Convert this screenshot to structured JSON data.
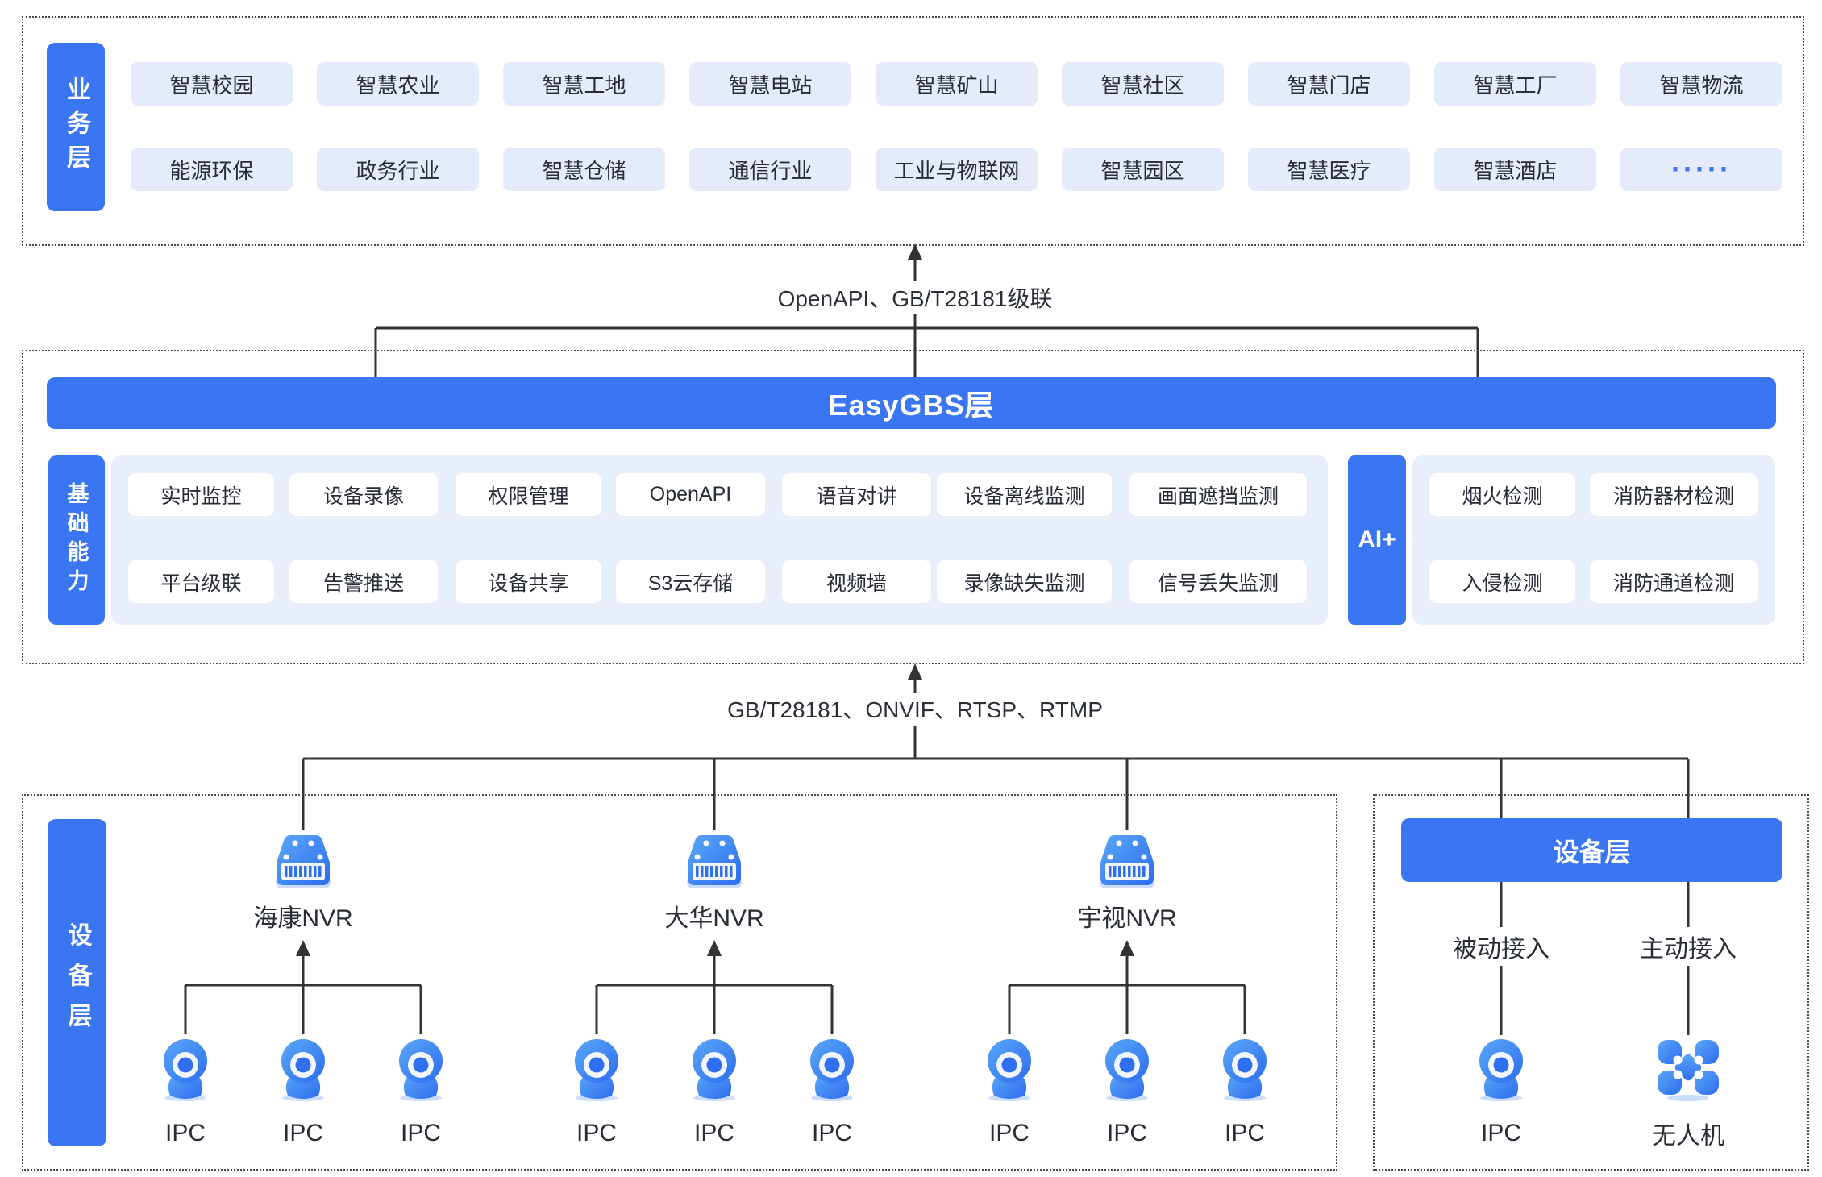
{
  "business": {
    "label": "业务层",
    "row1": [
      "智慧校园",
      "智慧农业",
      "智慧工地",
      "智慧电站",
      "智慧矿山",
      "智慧社区",
      "智慧门店",
      "智慧工厂",
      "智慧物流"
    ],
    "row2": [
      "能源环保",
      "政务行业",
      "智慧仓储",
      "通信行业",
      "工业与物联网",
      "智慧园区",
      "智慧医疗",
      "智慧酒店",
      "·····"
    ]
  },
  "top_connector": {
    "label": "OpenAPI、GB/T28181级联"
  },
  "easygbs": {
    "title": "EasyGBS层"
  },
  "capabilities": {
    "label": "基础能力",
    "row1": [
      "实时监控",
      "设备录像",
      "权限管理",
      "OpenAPI",
      "语音对讲",
      "设备离线监测",
      "画面遮挡监测"
    ],
    "row2": [
      "平台级联",
      "告警推送",
      "设备共享",
      "S3云存储",
      "视频墙",
      "录像缺失监测",
      "信号丢失监测"
    ],
    "ai_label": "AI+",
    "ai_row1": [
      "烟火检测",
      "消防器材检测"
    ],
    "ai_row2": [
      "入侵检测",
      "消防通道检测"
    ]
  },
  "bottom_connector": {
    "label": "GB/T28181、ONVIF、RTSP、RTMP"
  },
  "devices": {
    "label": "设备层",
    "groups": [
      {
        "nvr": "海康NVR",
        "ipcs": [
          "IPC",
          "IPC",
          "IPC"
        ]
      },
      {
        "nvr": "大华NVR",
        "ipcs": [
          "IPC",
          "IPC",
          "IPC"
        ]
      },
      {
        "nvr": "宇视NVR",
        "ipcs": [
          "IPC",
          "IPC",
          "IPC"
        ]
      }
    ],
    "right": {
      "header": "设备层",
      "passive": "被动接入",
      "active": "主动接入",
      "ipc": "IPC",
      "drone": "无人机"
    }
  },
  "colors": {
    "primary": "#3A76F2",
    "tag_bg": "#E5EBFA",
    "panel_bg": "#E9EEFB",
    "text_dark": "#272C35",
    "line": "#333333"
  }
}
